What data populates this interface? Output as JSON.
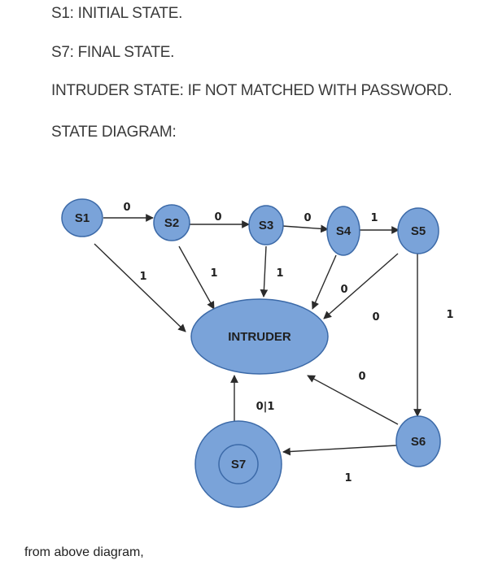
{
  "text": {
    "line1": "S1: INITIAL STATE.",
    "line2": "S7: FINAL STATE.",
    "line3": "INTRUDER STATE: IF NOT MATCHED WITH PASSWORD.",
    "line4": "STATE DIAGRAM:",
    "footer": "from above diagram,"
  },
  "colors": {
    "node_fill": "#7aa3d9",
    "node_stroke": "#3c6aa8",
    "edge": "#2b2b2b"
  },
  "diagram": {
    "nodes": {
      "s1": "S1",
      "s2": "S2",
      "s3": "S3",
      "s4": "S4",
      "s5": "S5",
      "s6": "S6",
      "s7": "S7",
      "intruder": "INTRUDER"
    },
    "edges": {
      "s1_s2": "0",
      "s2_s3": "0",
      "s3_s4": "0",
      "s4_s5": "1",
      "s1_intruder": "1",
      "s2_intruder": "1",
      "s3_intruder": "1",
      "s4_intruder": "0",
      "s5_intruder": "0",
      "s5_s6": "1",
      "s6_intruder": "0",
      "s6_s7": "1",
      "s7_intruder": "0|1"
    }
  }
}
